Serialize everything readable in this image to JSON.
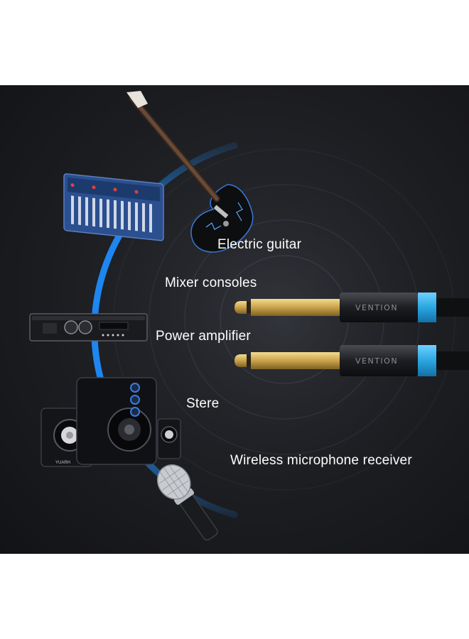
{
  "labels": {
    "guitar": "Electric guitar",
    "mixer": "Mixer consoles",
    "amplifier": "Power amplifier",
    "stereo": "Stere",
    "receiver": "Wireless microphone receiver"
  },
  "cable": {
    "brand_top": "VENTION",
    "brand_bottom": "VENTION"
  },
  "speaker_brand": "YUARH",
  "colors": {
    "background": "#1c1d21",
    "accent_blue": "#1e7fe0",
    "plug_gold": "#c9a24a",
    "cable_blue": "#2aa6e0",
    "text": "#ffffff"
  },
  "icons": [
    "electric-guitar-image",
    "audio-mixer-image",
    "power-amplifier-image",
    "stereo-speakers-image",
    "microphone-image",
    "audio-plug-image"
  ]
}
